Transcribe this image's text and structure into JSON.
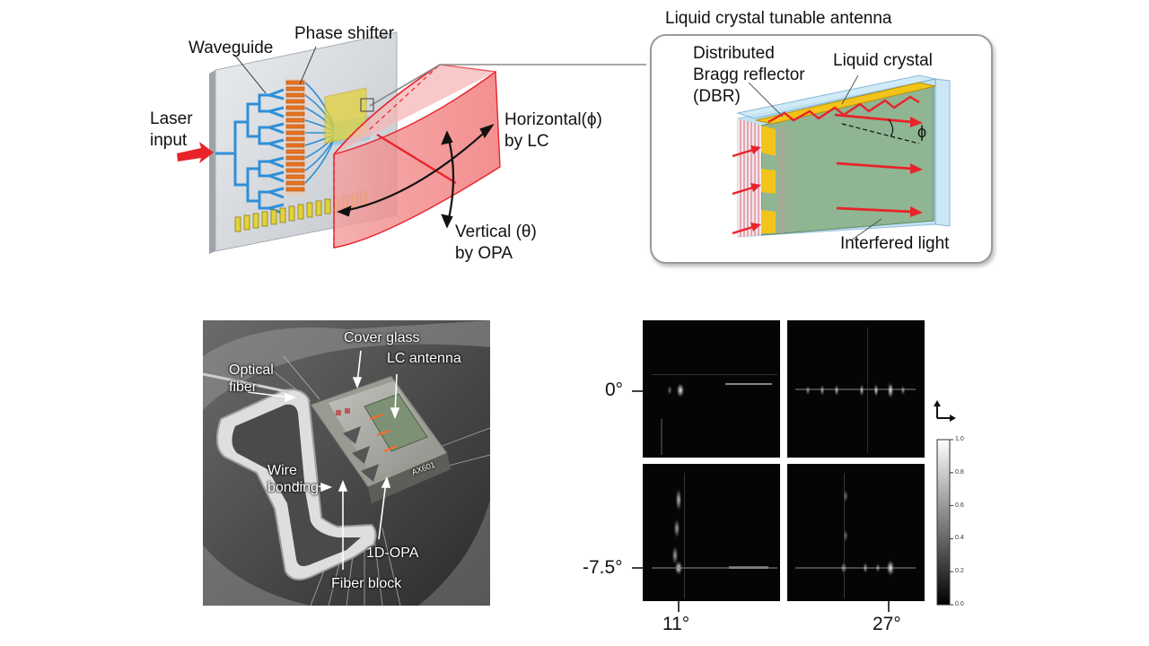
{
  "schematic": {
    "labels": {
      "waveguide": "Waveguide",
      "phase_shifter": "Phase shifter",
      "laser_input_line1": "Laser",
      "laser_input_line2": "input",
      "horizontal_line1": "Horizontal(ϕ)",
      "horizontal_line2": "by LC",
      "vertical_line1": "Vertical (θ)",
      "vertical_line2": "by OPA"
    }
  },
  "inset": {
    "title": "Liquid crystal tunable antenna",
    "labels": {
      "dbr_line1": "Distributed",
      "dbr_line2": "Bragg reflector",
      "dbr_line3": "(DBR)",
      "liquid_crystal": "Liquid crystal",
      "phi": "ϕ",
      "interfered_light": "Interfered light"
    }
  },
  "photo": {
    "labels": {
      "cover_glass": "Cover glass",
      "lc_antenna": "LC antenna",
      "optical_fiber_line1": "Optical",
      "optical_fiber_line2": "fiber",
      "wire_bonding_line1": "Wire",
      "wire_bonding_line2": "bonding",
      "one_d_opa": "1D-OPA",
      "fiber_block": "Fiber block",
      "chip_marking": "AX601"
    }
  },
  "beam_panels": {
    "y_ticks": [
      "0°",
      "-7.5°"
    ],
    "x_ticks": [
      "11°",
      "27°"
    ],
    "colorbar": {
      "ticks": [
        "1.0",
        "0.8",
        "0.6",
        "0.4",
        "0.2",
        "0.0"
      ],
      "min": 0.0,
      "max": 1.0
    }
  },
  "colors": {
    "beam_red": "#e8232a",
    "fan_pink": "#f08080",
    "waveguide_blue": "#2f8fd8",
    "phase_shifter_orange": "#e8741e",
    "electrode_yellow": "#e2d23a",
    "lc_green": "#8fb592",
    "glass_blue": "#a9d6ee",
    "inset_border": "#9a9a9a"
  }
}
